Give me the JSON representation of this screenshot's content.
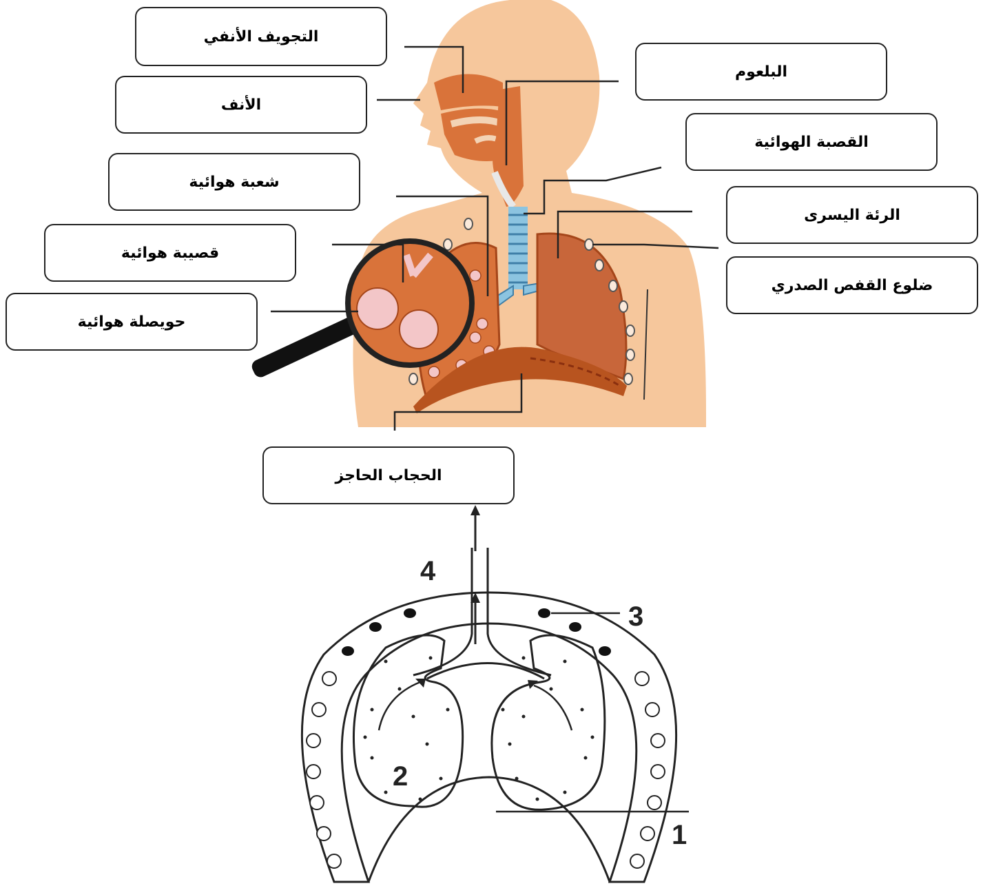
{
  "labels": {
    "nasal_cavity": "التجويف الأنفي",
    "nose": "الأنف",
    "bronchus": "شعبة هوائية",
    "bronchiole": "قصيبة هوائية",
    "alveolus": "حويصلة هوائية",
    "pharynx": "البلعوم",
    "trachea": "القصبة الهوائية",
    "left_lung": "الرئة اليسرى",
    "ribs": "ضلوع القفص الصدري",
    "diaphragm": "الحجاب الحاجز"
  },
  "numbers": {
    "n1": "1",
    "n2": "2",
    "n3": "3",
    "n4": "4"
  },
  "colors": {
    "skin": "#f6c79c",
    "organ": "#d9733a",
    "organ_dark": "#b8541f",
    "lung": "#c8663a",
    "alveoli": "#f3c6c8",
    "trachea": "#8cc4e0",
    "line": "#222222"
  }
}
